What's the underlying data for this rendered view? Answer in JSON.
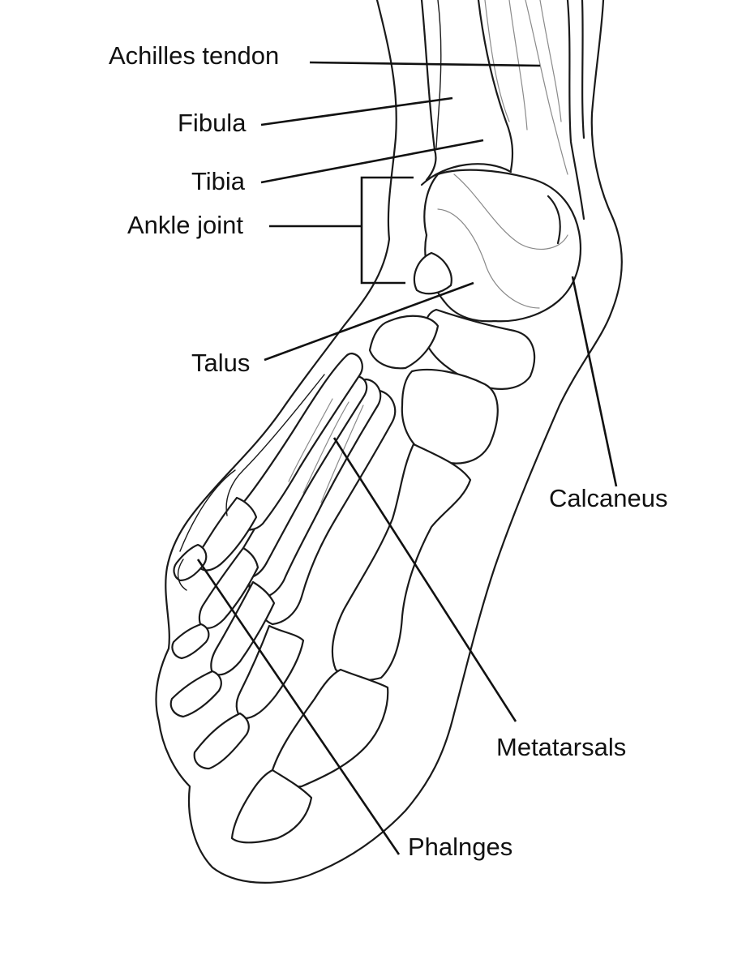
{
  "labels": {
    "achilles_tendon": "Achilles tendon",
    "fibula": "Fibula",
    "tibia": "Tibia",
    "ankle_joint": "Ankle joint",
    "talus": "Talus",
    "calcaneus": "Calcaneus",
    "metatarsals": "Metatarsals",
    "phalanges": "Phalnges"
  }
}
